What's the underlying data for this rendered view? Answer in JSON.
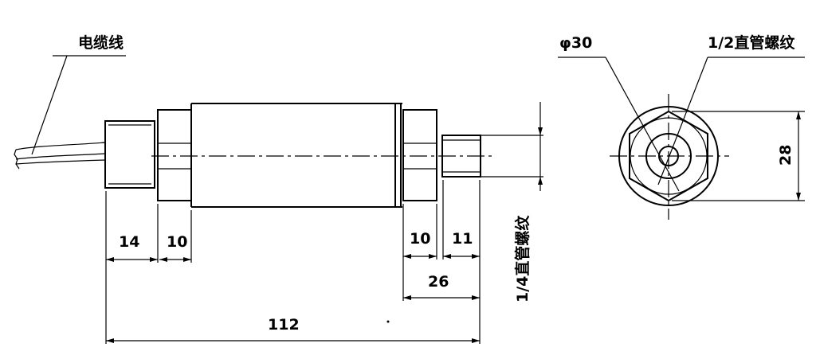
{
  "labels": {
    "cable": "电缆线",
    "outer_diameter": "φ30",
    "pipe_thread_large": "1/2直管螺纹",
    "pipe_thread_small": "1/4直管螺纹"
  },
  "dimensions": {
    "d14": "14",
    "d10a": "10",
    "d10b": "10",
    "d11": "11",
    "d26": "26",
    "d112": "112",
    "d28": "28"
  }
}
